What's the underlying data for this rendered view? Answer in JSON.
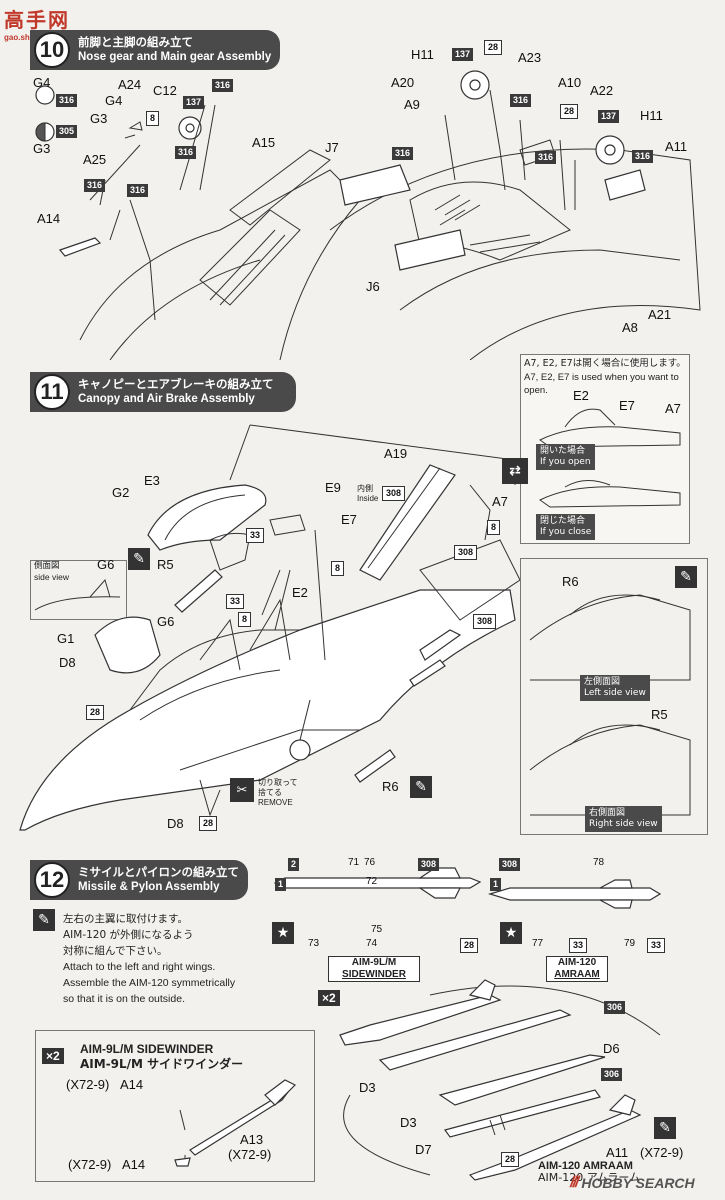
{
  "watermark": {
    "chars": "高手网",
    "url": "gao.shou.com"
  },
  "step10": {
    "num": "10",
    "jp": "前脚と主脚の組み立て",
    "en": "Nose gear and Main gear Assembly",
    "parts": [
      "G4",
      "G4",
      "G3",
      "G3",
      "A24",
      "C12",
      "A25",
      "A15",
      "A14",
      "H11",
      "A23",
      "A20",
      "A10",
      "A22",
      "A9",
      "H11",
      "A11",
      "J7",
      "J6",
      "A21",
      "A8"
    ],
    "paints": [
      "316",
      "305",
      "137",
      "8",
      "316",
      "316",
      "316",
      "316",
      "137",
      "28",
      "316",
      "28",
      "137",
      "316",
      "316",
      "316"
    ]
  },
  "step11": {
    "num": "11",
    "jp": "キャノピーとエアブレーキの組み立て",
    "en": "Canopy and Air Brake Assembly",
    "note_jp": "A7, E2, E7は開く場合に使用します。",
    "note_en": "A7, E2, E7 is used when you want to open.",
    "open_jp": "開いた場合",
    "open_en": "If you open",
    "close_jp": "閉じた場合",
    "close_en": "If you close",
    "side_jp": "側面図",
    "side_en": "side view",
    "left_jp": "左側面図",
    "left_en": "Left side view",
    "right_jp": "右側面図",
    "right_en": "Right side view",
    "inside_jp": "内側",
    "inside_en": "Inside",
    "remove_jp": "切り取って",
    "remove_ja2": "捨てる",
    "remove_en": "REMOVE",
    "parts": [
      "E2",
      "E7",
      "A7",
      "A19",
      "G2",
      "E3",
      "E9",
      "A7",
      "E7",
      "G6",
      "R5",
      "E2",
      "G1",
      "G6",
      "D8",
      "R6",
      "R5",
      "R6",
      "D8"
    ],
    "paints": [
      "308",
      "8",
      "308",
      "33",
      "8",
      "33",
      "8",
      "308",
      "28",
      "28"
    ]
  },
  "step12": {
    "num": "12",
    "jp": "ミサイルとパイロンの組み立て",
    "en": "Missile & Pylon Assembly",
    "note_jp1": "左右の主翼に取付けます。",
    "note_jp2": "AIM-120 が外側になるよう",
    "note_jp3": "対称に組んで下さい。",
    "note_en1": "Attach to the left and right wings.",
    "note_en2": "Assemble the AIM-120 symmetrically",
    "note_en3": "so that it is on the outside.",
    "sidewinder_label": "AIM-9L/M",
    "sidewinder_name": "SIDEWINDER",
    "amraam_label": "AIM-120",
    "amraam_name": "AMRAAM",
    "decals_aim9": [
      "2",
      "1",
      "71",
      "76",
      "72",
      "75",
      "308",
      "73",
      "74",
      "28"
    ],
    "decals_aim120": [
      "308",
      "1",
      "78",
      "77",
      "33",
      "79",
      "33"
    ],
    "x2a": "×2",
    "x2b": "×2",
    "box_title_en1": "AIM-9L/M SIDEWINDER",
    "box_title_jp": "AIM-9L/M サイドワインダー",
    "parts": [
      "D6",
      "D3",
      "D3",
      "D7",
      "A14",
      "A13",
      "A14",
      "A11"
    ],
    "refs": [
      "(X72-9)",
      "(X72-9)",
      "(X72-9)",
      "(X72-9)"
    ],
    "paints": [
      "306",
      "306",
      "28"
    ],
    "amraam_bottom": "AIM-120 AMRAAM",
    "amraam_bottom_jp": "AIM-120 アムラーム"
  },
  "footer": {
    "logo_bars": "///",
    "brand": "HOBBY SEARCH"
  }
}
